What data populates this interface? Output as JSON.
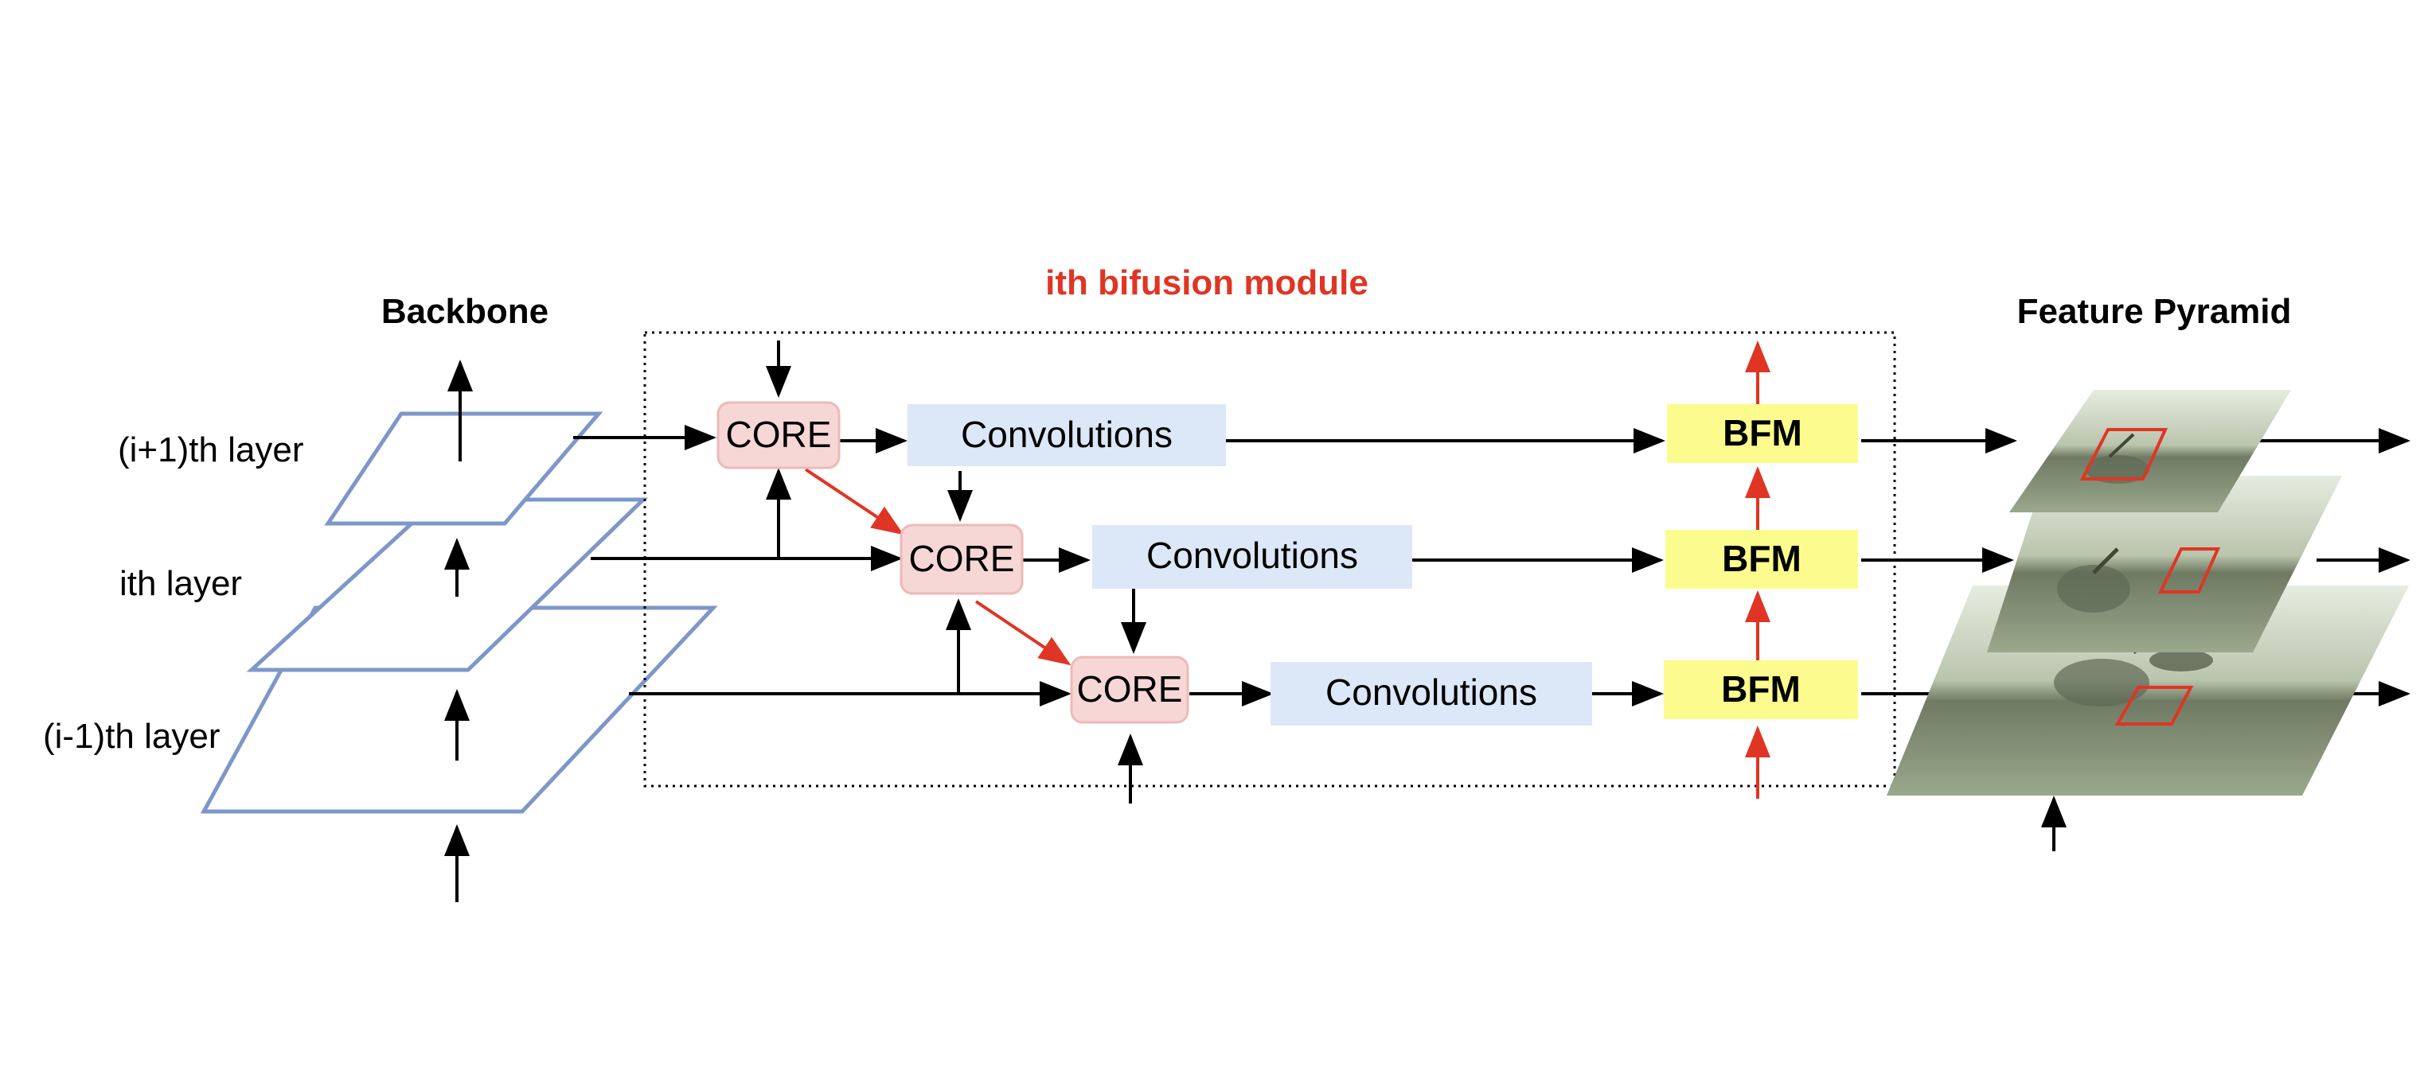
{
  "titles": {
    "backbone": "Backbone",
    "module": "ith bifusion module",
    "pyramid": "Feature Pyramid"
  },
  "layers": {
    "upper": "(i+1)th layer",
    "middle": "ith layer",
    "lower": "(i-1)th layer"
  },
  "blocks": {
    "core": "CORE",
    "convolutions": "Convolutions",
    "bfm": "BFM"
  },
  "colors": {
    "backbone_stroke": "#7d97c8",
    "core_fill": "#f6d7d6",
    "core_stroke": "#edb9b7",
    "conv_fill": "#dce7f7",
    "bfm_fill": "#fcfc8e",
    "red_arrow": "#e03524",
    "black_arrow": "#000000"
  }
}
